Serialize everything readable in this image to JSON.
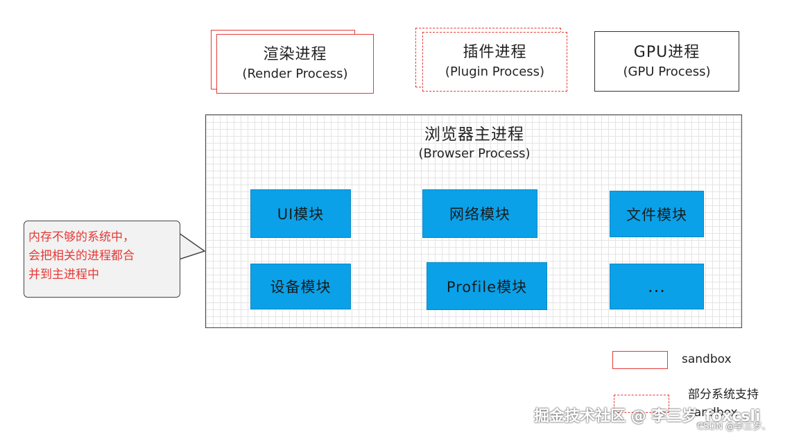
{
  "processes": {
    "render": {
      "title": "渲染进程",
      "subtitle": "(Render Process)"
    },
    "plugin": {
      "title": "插件进程",
      "subtitle": "(Plugin Process)"
    },
    "gpu": {
      "title": "GPU进程",
      "subtitle": "(GPU Process)"
    }
  },
  "browser": {
    "title": "浏览器主进程",
    "subtitle": "(Browser Process)",
    "modules": [
      {
        "label": "UI模块"
      },
      {
        "label": "网络模块"
      },
      {
        "label": "文件模块"
      },
      {
        "label": "设备模块"
      },
      {
        "label": "Profile模块"
      },
      {
        "label": "..."
      }
    ]
  },
  "callout": {
    "lines": [
      "内存不够的系统中，",
      "会把相关的进程都合",
      "并到主进程中"
    ]
  },
  "legend": {
    "sandbox": "sandbox",
    "partial_line1": "部分系统支持",
    "partial_line2": "sandbox"
  },
  "watermark": {
    "main": "掘金技术社区 @ 李三岁_foxcsli",
    "small": "CSDN @李三岁、"
  },
  "colors": {
    "module_fill": "#0aa1e8",
    "sandbox_border": "#e53935",
    "callout_text": "#e53935"
  }
}
